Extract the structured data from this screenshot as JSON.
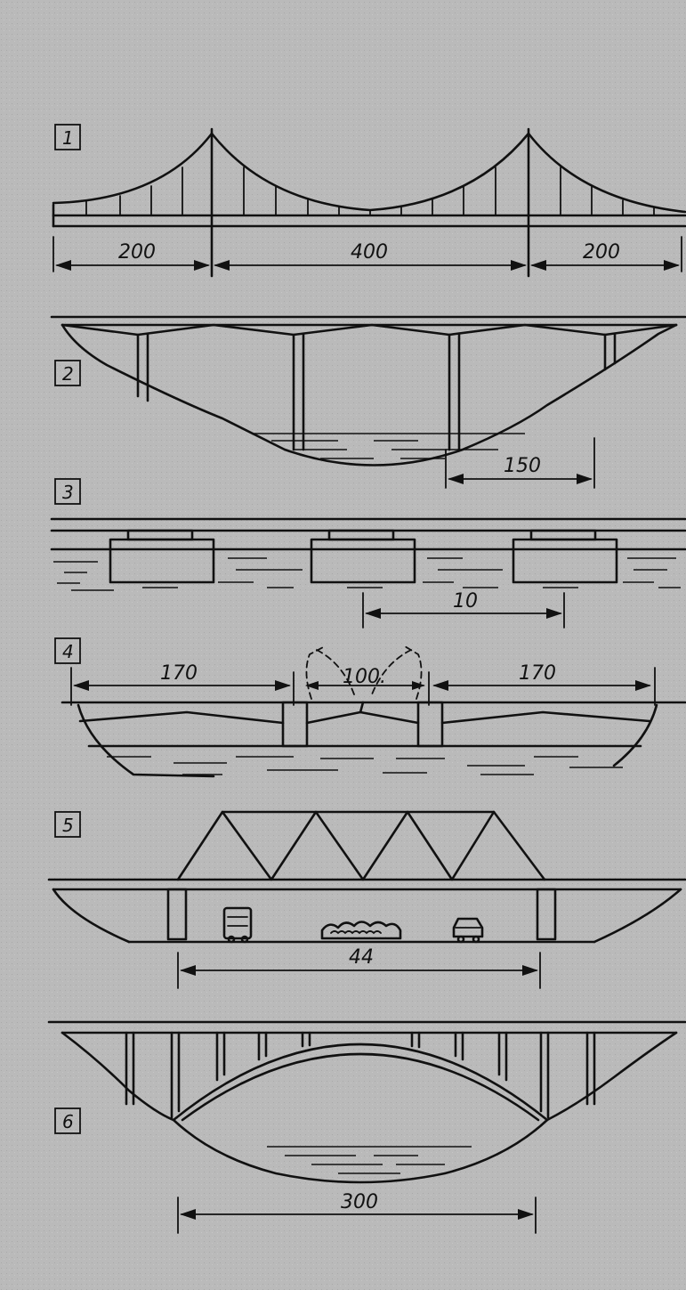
{
  "panels": [
    {
      "number": "1",
      "dimensions": [
        "200",
        "400",
        "200"
      ]
    },
    {
      "number": "2",
      "dimensions": [
        "150"
      ]
    },
    {
      "number": "3",
      "dimensions": [
        "10"
      ]
    },
    {
      "number": "4",
      "dimensions": [
        "170",
        "100.",
        "170"
      ]
    },
    {
      "number": "5",
      "dimensions": [
        "44"
      ]
    },
    {
      "number": "6",
      "dimensions": [
        "300"
      ]
    }
  ]
}
